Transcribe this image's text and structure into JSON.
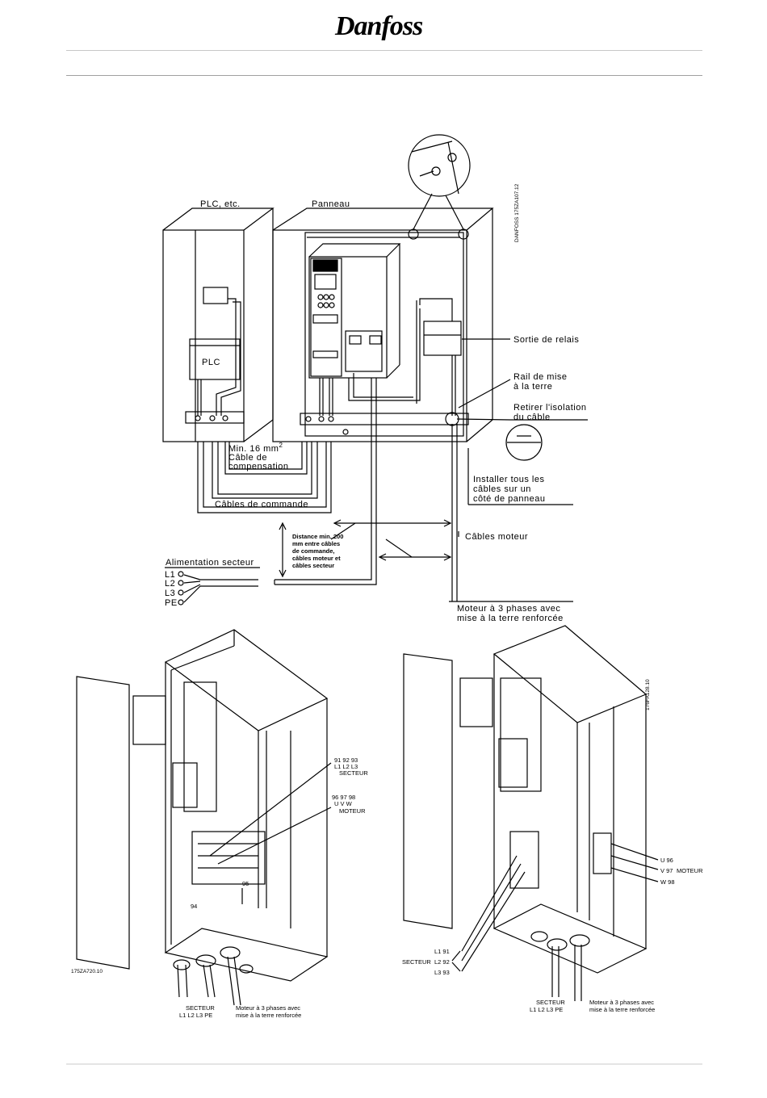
{
  "header": {
    "brand": "Danfoss"
  },
  "top_diagram": {
    "plc_cabinet_label": "PLC, etc.",
    "panel_label": "Panneau",
    "plc_box_label": "PLC",
    "doc_code": "DANFOSS 175ZA107.12",
    "relay_output": "Sortie de relais",
    "ground_rail_line1": "Rail de mise",
    "ground_rail_line2": "à la terre",
    "remove_insulation_line1": "Retirer l'isolation",
    "remove_insulation_line2": "du câble",
    "install_line1": "Installer tous les",
    "install_line2": "câbles sur un",
    "install_line3": "côté de panneau",
    "min_section_line1": "Min. 16 mm",
    "min_section_sup": "2",
    "comp_line1": "Câble de",
    "comp_line2": "compensation",
    "control_cables": "Câbles de commande",
    "motor_cables": "Câbles moteur",
    "distance_lines": [
      "Distance min. 200",
      "mm entre câbles",
      "de commande,",
      "câbles moteur et",
      "câbles secteur"
    ],
    "mains_supply": "Alimentation secteur",
    "phases": [
      "L1",
      "L2",
      "L3",
      "PE"
    ],
    "motor_line1": "Moteur à 3 phases avec",
    "motor_line2": "mise à la terre renforcée"
  },
  "left_drive": {
    "code": "175ZA720.10",
    "mains_terminals": "91 92 93",
    "mains_phases": "L1  L2  L3",
    "mains_label": "SECTEUR",
    "motor_terminals": "96 97 98",
    "motor_phases": "U   V   W",
    "motor_label": "MOTEUR",
    "t95": "95",
    "t94": "94",
    "bottom_mains": "SECTEUR",
    "bottom_phases": "L1  L2  L3 PE",
    "bottom_motor_line1": "Moteur à 3 phases avec",
    "bottom_motor_line2": "mise à la terre renforcée"
  },
  "right_drive": {
    "code": "176FA128.10",
    "u": "U  96",
    "v": "V  97",
    "w": "W  98",
    "motor_label": "MOTEUR",
    "l1": "L1  91",
    "l2": "L2  92",
    "l3": "L3  93",
    "mains_label": "SECTEUR",
    "bottom_mains": "SECTEUR",
    "bottom_phases": "L1  L2  L3  PE",
    "bottom_motor_line1": "Moteur à 3 phases avec",
    "bottom_motor_line2": "mise à la terre renforcée"
  }
}
